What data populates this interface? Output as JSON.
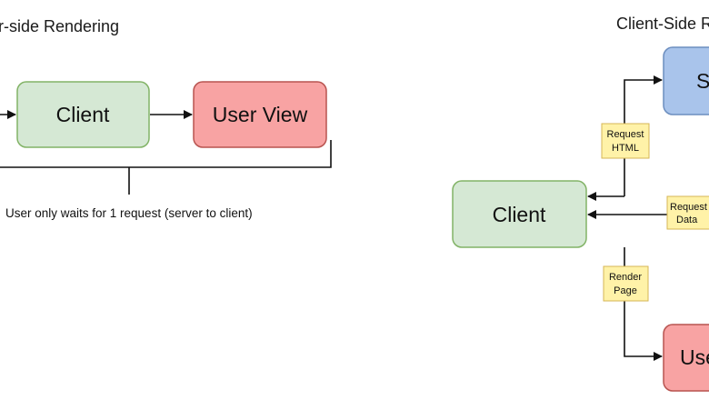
{
  "server_side": {
    "title": "r-side Rendering",
    "nodes": {
      "client": "Client",
      "user_view": "User View"
    },
    "note": "User only waits for 1 request (server to client)"
  },
  "client_side": {
    "title": "Client-Side R",
    "nodes": {
      "client": "Client",
      "server": "S",
      "user_view": "Use"
    },
    "edge_labels": {
      "request_html": [
        "Request",
        "HTML"
      ],
      "request_data": [
        "Request",
        "Data"
      ],
      "render_page": [
        "Render",
        "Page"
      ]
    }
  },
  "colors": {
    "client_fill": "#d5e8d4",
    "client_stroke": "#82b366",
    "user_view_fill": "#f8a3a3",
    "user_view_stroke": "#b85450",
    "server_fill": "#a9c4eb",
    "server_stroke": "#6c8ebf",
    "tag_fill": "#fff2a8",
    "tag_stroke": "#d6b656"
  }
}
